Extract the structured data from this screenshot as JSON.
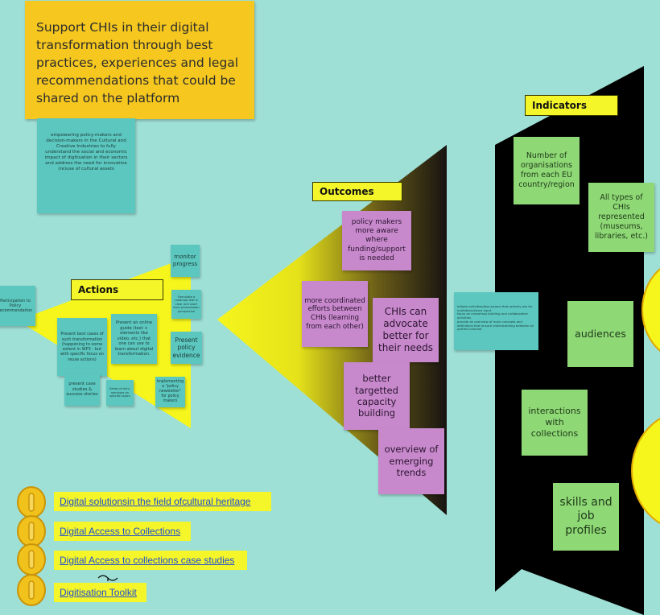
{
  "header_note": "Support CHIs in their digital transformation through best practices, experiences and legal recommendations that could be shared on the  platform",
  "sub_note": "empowering policy-makers and decision-makers in the Cultural and Creative Industries to fully understand the social and economic impact of digitisation in their sectors and address the need for innovative (re)use of cultural assets",
  "labels": {
    "actions": "Actions",
    "outcomes": "Outcomes",
    "indicators": "Indicators"
  },
  "actions": {
    "participation": "Participation to Policy recommendation",
    "best_cases": "Present best cases of such transformation (happening to some extent in WP3 - but with specific focus on reuse actions)",
    "online_guide": "Present an online guide (text + elements like video, etc.) that one can use to learn about digital transformation.",
    "monitor": "monitor progress",
    "formulate": "Formulate a roadmap that is clear and short form presentation perspective",
    "policy_evidence": "Present policy evidence",
    "case_studies": "present case studies & success stories",
    "series_seminars": "Series of mini-seminars on specific topics",
    "newsletter": "Implementing a \"policy newsletter\" for policy makers"
  },
  "outcomes": {
    "aware": "policy makers more aware where funding/support is needed",
    "coordinated": "more coordinated efforts between CHIs (learning from each other)",
    "advocate": "CHIs can advocate better for their needs",
    "capacity": "better targetted capacity building",
    "overview": "overview of emerging trends"
  },
  "middle_note": "initiate activities/discussions that actively ask for multidisciplinary input\nfocus on consensus building and collaborative activities\nprovide an overview of main concepts and definitions that ensure understanding between all parties involved",
  "indicators": {
    "number_orgs": "Number of organisations from each EU country/region",
    "types": "All types of CHIs represented (museums, libraries, etc.)",
    "audiences": "audiences",
    "interactions": "interactions with collections",
    "skills": "skills and job profiles"
  },
  "links": [
    "Digital solutionsin the field ofcultural heritage",
    "Digital Access to Collections",
    "Digital Access to collections case studies",
    "Digitisation Toolkit"
  ],
  "colors": {
    "background": "#9fe0d6",
    "funnel_yellow": "#f6f51c",
    "dark_panel": "#000000",
    "sticky_teal": "#5cc7bf",
    "sticky_violet": "#c889cc",
    "sticky_green": "#8fd876",
    "sticky_yellow": "#f6c81f",
    "label_yellow": "#f4f62a",
    "coin_gold": "#f1c21b"
  }
}
